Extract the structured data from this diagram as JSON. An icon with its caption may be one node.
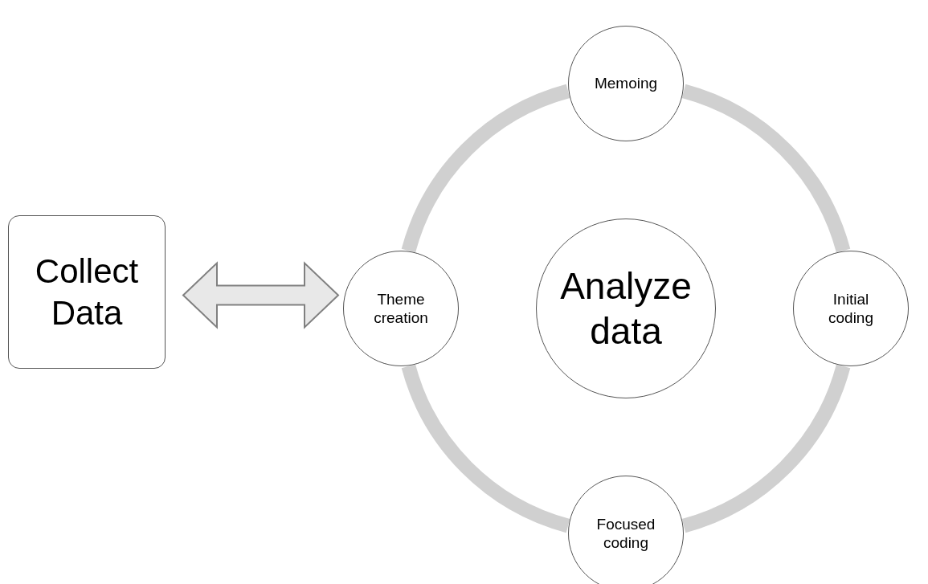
{
  "diagram": {
    "nodes": [
      {
        "text": [
          "Collect Data"
        ]
      },
      {
        "text": [
          "Memoing"
        ]
      },
      {
        "text": [
          "Theme creation"
        ]
      },
      {
        "text": [
          "Analyze data"
        ]
      },
      {
        "text": [
          "Initial coding"
        ]
      },
      {
        "text": [
          "Focused coding"
        ]
      }
    ],
    "edges": [
      {
        "from": 0,
        "to": 2,
        "arrow": "both"
      },
      {
        "from": 1,
        "to": 4,
        "arrow": "none"
      },
      {
        "from": 4,
        "to": 5,
        "arrow": "none"
      },
      {
        "from": 5,
        "to": 2,
        "arrow": "none"
      },
      {
        "from": 2,
        "to": 1,
        "arrow": "none"
      }
    ]
  }
}
